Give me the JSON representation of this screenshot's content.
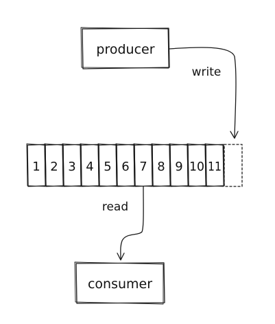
{
  "producer": {
    "label": "producer"
  },
  "consumer": {
    "label": "consumer"
  },
  "edges": {
    "write_label": "write",
    "read_label": "read"
  },
  "queue": {
    "cells": [
      "1",
      "2",
      "3",
      "4",
      "5",
      "6",
      "7",
      "8",
      "9",
      "10",
      "11"
    ],
    "empty_slot_count": 1
  },
  "colors": {
    "stroke": "#1a1a1a",
    "background": "#ffffff"
  }
}
